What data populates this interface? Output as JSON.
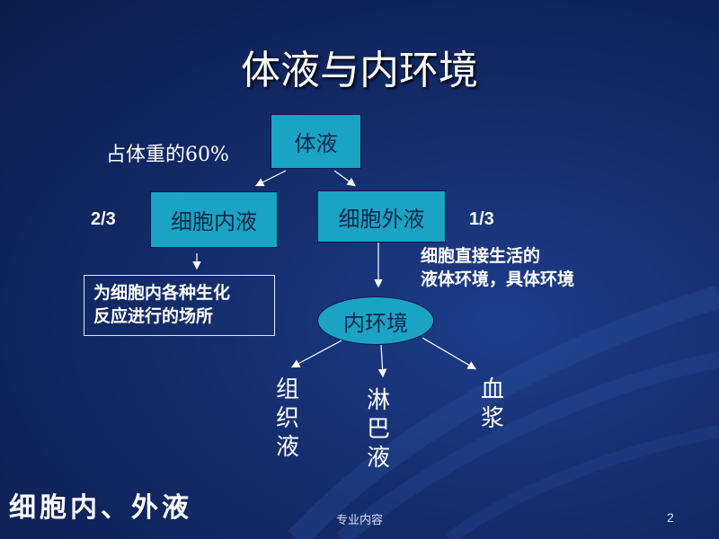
{
  "title": "体液与内环境",
  "top_box": "体液",
  "top_note": "占体重的60%",
  "left_box": "细胞内液",
  "right_box": "细胞外液",
  "left_ratio": "2/3",
  "right_ratio": "1/3",
  "left_desc_line1": "为细胞内各种生化",
  "left_desc_line2": "反应进行的场所",
  "right_desc_line1": "细胞直接生活的",
  "right_desc_line2": "液体环境，具体环境",
  "ellipse": "内环境",
  "branch1": [
    "组",
    "织",
    "液"
  ],
  "branch2": [
    "淋",
    "巴",
    "液"
  ],
  "branch3": [
    "血",
    "浆"
  ],
  "bottom_title": "细胞内、外液",
  "footer": "专业内容",
  "page_number": "2",
  "colors": {
    "box_fill": "#1aa3c4",
    "background": "#142c6b",
    "text": "#ffffff"
  }
}
